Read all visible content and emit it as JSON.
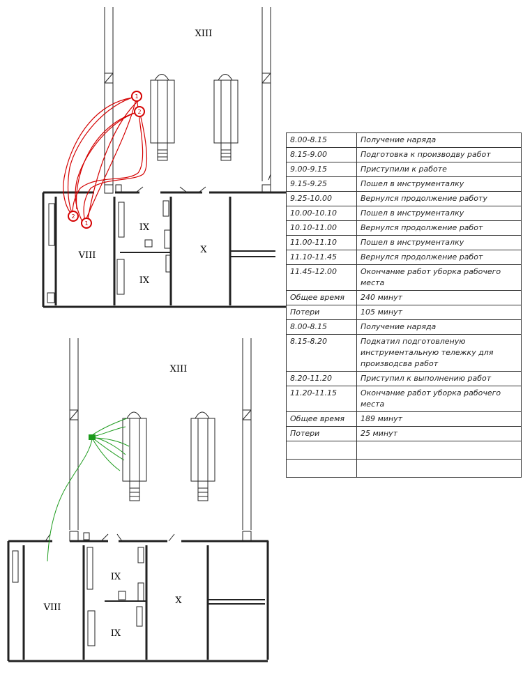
{
  "plan_top": {
    "labels": {
      "zone_big": "XIII",
      "room_a": "VIII",
      "room_b1": "IX",
      "room_b2": "IX",
      "room_c": "X"
    },
    "marker_labels": [
      "1",
      "2",
      "2",
      "1"
    ],
    "path_color": "#d40000"
  },
  "plan_bottom": {
    "labels": {
      "zone_big": "XIII",
      "room_a": "VIII",
      "room_b1": "IX",
      "room_b2": "IX",
      "room_c": "X"
    },
    "path_color": "#1a9a1a"
  },
  "table": {
    "rows": [
      [
        "8.00-8.15",
        "Получение наряда"
      ],
      [
        "8.15-9.00",
        "Подготовка к производву работ"
      ],
      [
        "9.00-9.15",
        "Приступили к работе"
      ],
      [
        "9.15-9.25",
        "Пошел в инструменталку"
      ],
      [
        "9.25-10.00",
        "Вернулся продолжение работу"
      ],
      [
        "10.00-10.10",
        "Пошел в инструменталку"
      ],
      [
        "10.10-11.00",
        "Вернулся продолжение работ"
      ],
      [
        "11.00-11.10",
        "Пошел в инструменталку"
      ],
      [
        "11.10-11.45",
        "Вернулся продолжение работ"
      ],
      [
        "11.45-12.00",
        "Окончание работ уборка рабочего места"
      ],
      [
        "Общее время",
        "240 минут"
      ],
      [
        "Потери",
        "105 минут"
      ],
      [
        "8.00-8.15",
        "Получение наряда"
      ],
      [
        "8.15-8.20",
        "Подкатил подготовленую инструментальную тележку для производсва работ"
      ],
      [
        "8.20-11.20",
        "Приступил к выполнению работ"
      ],
      [
        "11.20-11.15",
        "Окончание работ уборка рабочего места"
      ],
      [
        "Общее время",
        "189 минут"
      ],
      [
        "Потери",
        "25 минут"
      ],
      [
        "",
        ""
      ],
      [
        "",
        ""
      ]
    ]
  }
}
